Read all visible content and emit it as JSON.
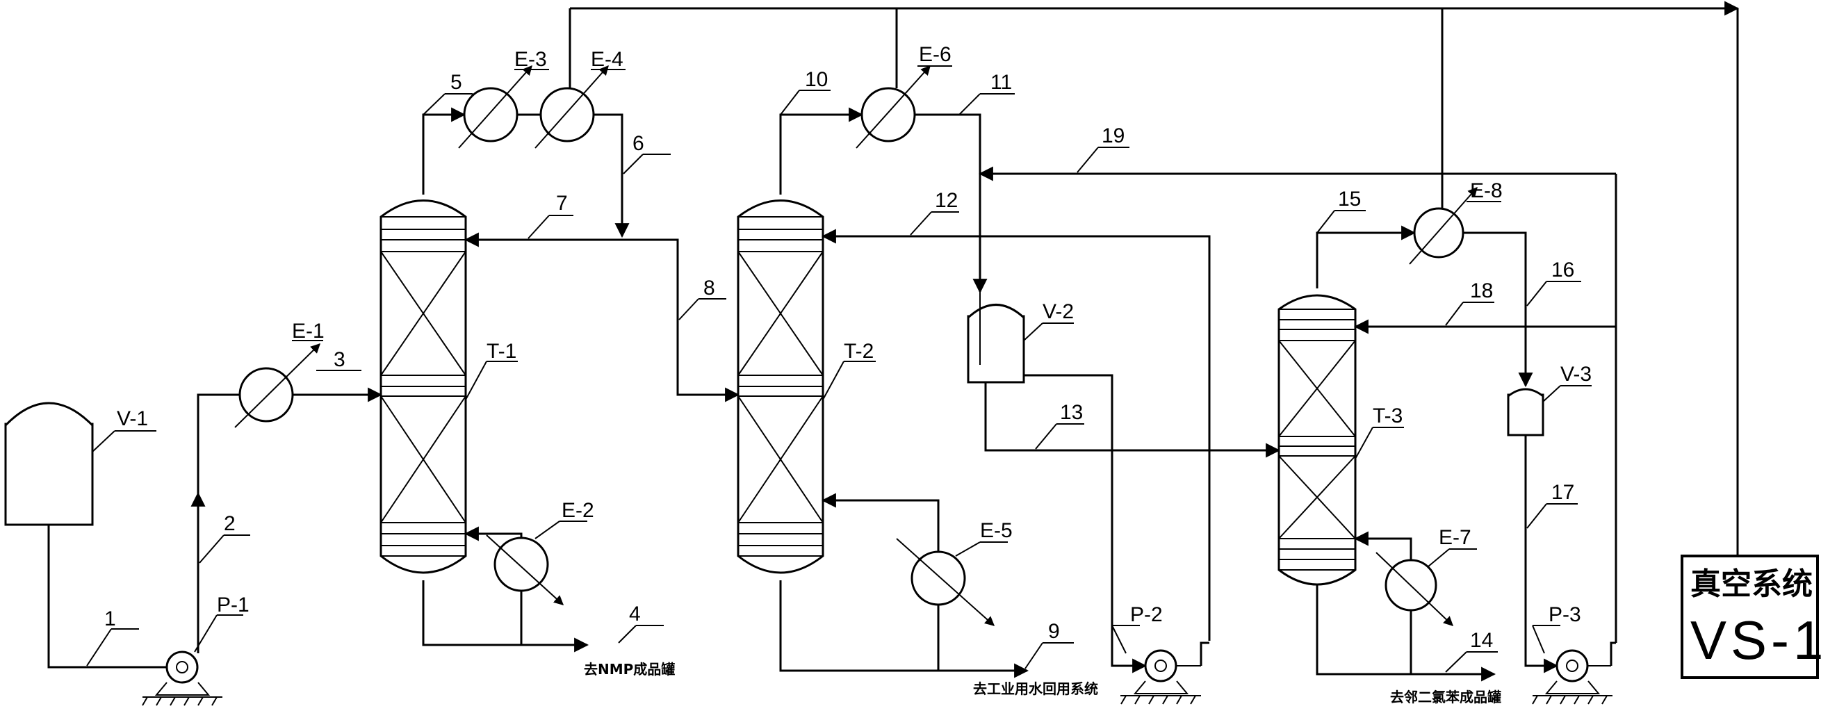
{
  "equipment": {
    "V1": "V-1",
    "V2": "V-2",
    "V3": "V-3",
    "P1": "P-1",
    "P2": "P-2",
    "P3": "P-3",
    "T1": "T-1",
    "T2": "T-2",
    "T3": "T-3",
    "E1": "E-1",
    "E2": "E-2",
    "E3": "E-3",
    "E4": "E-4",
    "E5": "E-5",
    "E6": "E-6",
    "E7": "E-7",
    "E8": "E-8"
  },
  "streams": [
    "1",
    "2",
    "3",
    "4",
    "5",
    "6",
    "7",
    "8",
    "9",
    "10",
    "11",
    "12",
    "13",
    "14",
    "15",
    "16",
    "17",
    "18",
    "19"
  ],
  "outlets": {
    "nmp": "去NMP成品罐",
    "water": "去工业用水回用系统",
    "dcb": "去邻二氯苯成品罐"
  },
  "vacuum": {
    "title": "真空系统",
    "code": "VS-1"
  }
}
